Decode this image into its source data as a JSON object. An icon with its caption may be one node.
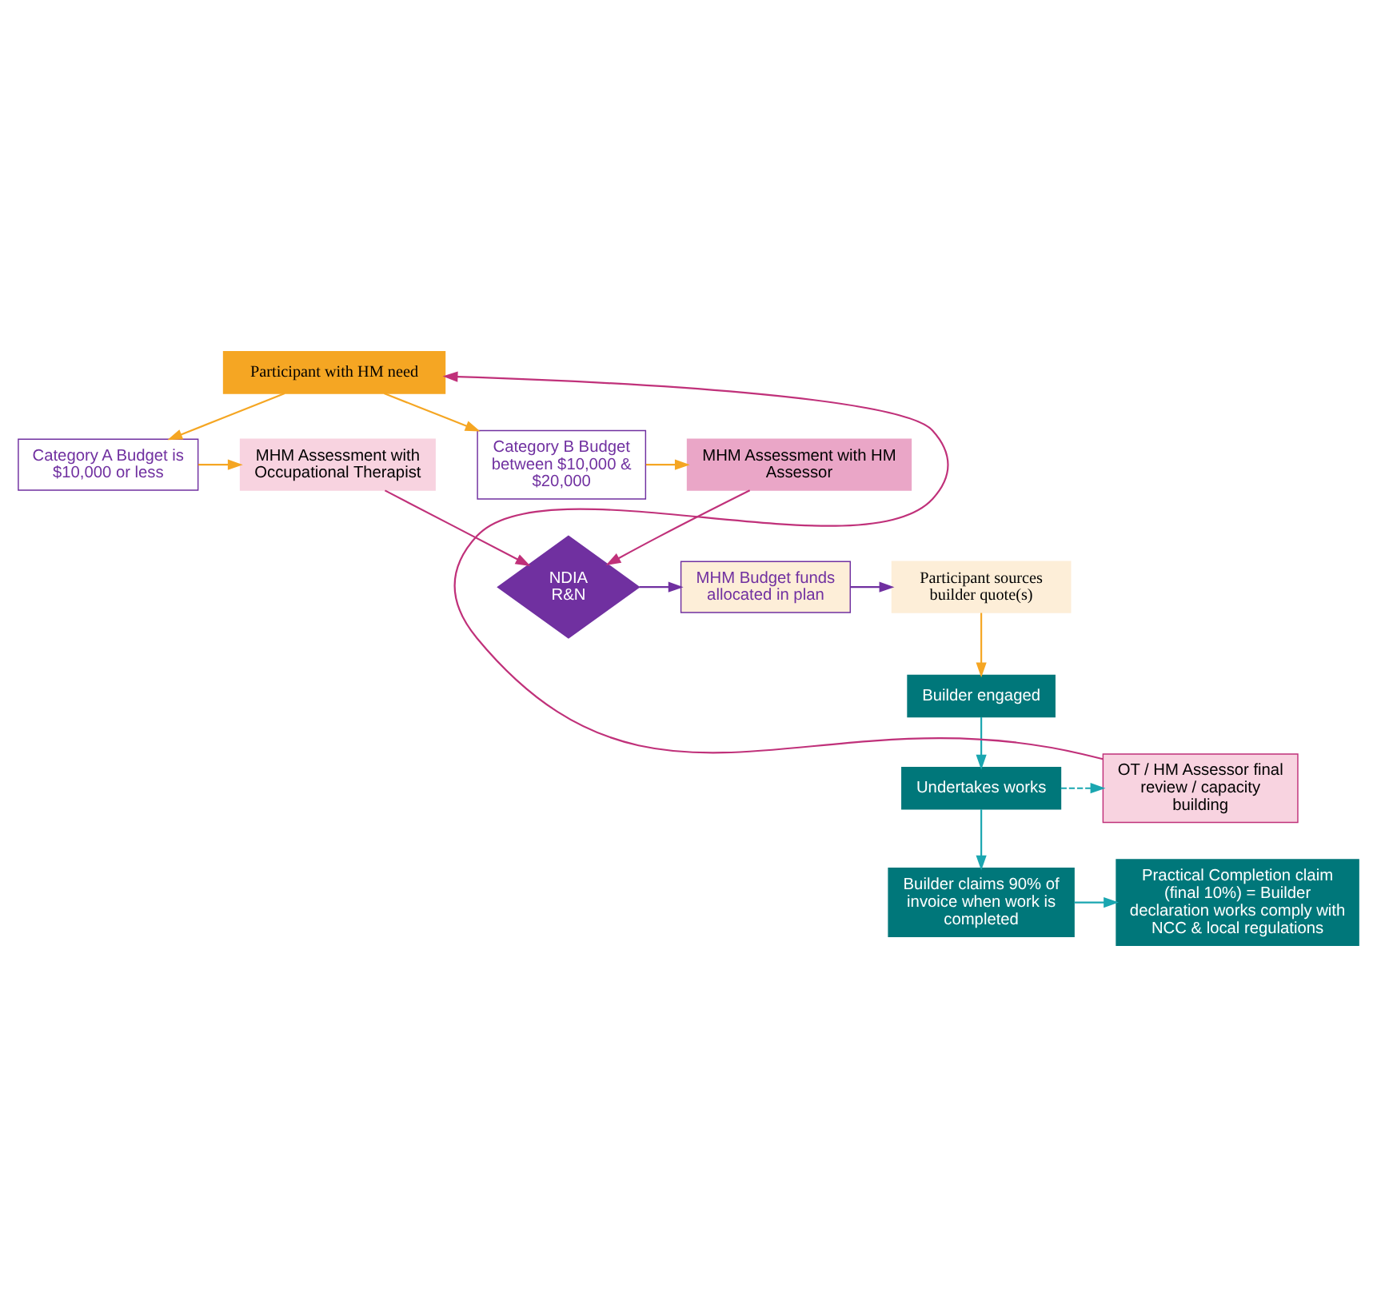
{
  "diagram": {
    "nodes": [
      {
        "text": [
          "Participant with HM need"
        ]
      },
      {
        "text": [
          "Category A Budget is $10,000 or less"
        ]
      },
      {
        "text": [
          "Category B Budget between $10,000 & $20,000"
        ]
      },
      {
        "text": [
          "MHM Assessment with Occupational Therapist"
        ]
      },
      {
        "text": [
          "MHM Assessment with HM Assessor"
        ]
      },
      {
        "text": [
          "NDIA R&N"
        ]
      },
      {
        "text": [
          "MHM Budget funds allocated in plan"
        ]
      },
      {
        "text": [
          "Participant sources builder quote(s)"
        ]
      },
      {
        "text": [
          "Builder engaged"
        ]
      },
      {
        "text": [
          "Undertakes works"
        ]
      },
      {
        "text": [
          "OT / HM Assessor final review / capacity building"
        ]
      },
      {
        "text": [
          "Builder claims 90% of invoice when work is completed"
        ]
      },
      {
        "text": [
          "Practical Completion claim (final 10%) = Builder declaration works comply with NCC & local regulations"
        ]
      }
    ],
    "edges": [
      {
        "from": 0,
        "to": 1,
        "arrow": "to",
        "color": "#f5a623"
      },
      {
        "from": 0,
        "to": 2,
        "arrow": "to",
        "color": "#f5a623"
      },
      {
        "from": 1,
        "to": 3,
        "arrow": "to",
        "color": "#f5a623"
      },
      {
        "from": 2,
        "to": 4,
        "arrow": "to",
        "color": "#f5a623"
      },
      {
        "from": 3,
        "to": 5,
        "arrow": "to",
        "color": "#c0317a"
      },
      {
        "from": 4,
        "to": 5,
        "arrow": "to",
        "color": "#c0317a"
      },
      {
        "from": 5,
        "to": 6,
        "arrow": "to",
        "color": "#7030a0"
      },
      {
        "from": 6,
        "to": 7,
        "arrow": "to",
        "color": "#7030a0"
      },
      {
        "from": 7,
        "to": 8,
        "arrow": "to",
        "color": "#f5a623"
      },
      {
        "from": 8,
        "to": 9,
        "arrow": "to",
        "color": "#1aa6b0"
      },
      {
        "from": 9,
        "to": 10,
        "arrow": "to",
        "style": "dashed",
        "color": "#1aa6b0"
      },
      {
        "from": 9,
        "to": 11,
        "arrow": "to",
        "color": "#1aa6b0"
      },
      {
        "from": 11,
        "to": 12,
        "arrow": "to",
        "color": "#1aa6b0"
      },
      {
        "from": 10,
        "to": 0,
        "arrow": "to",
        "color": "#c0317a"
      }
    ]
  }
}
